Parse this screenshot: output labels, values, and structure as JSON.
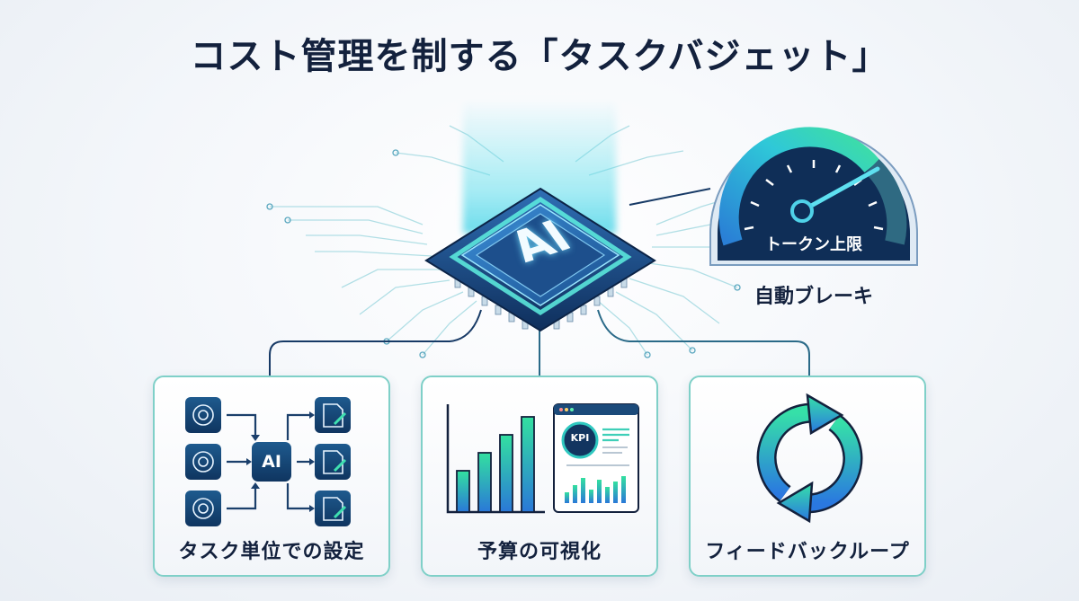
{
  "title": "コスト管理を制する「タスクバジェット」",
  "chip": {
    "label": "AI",
    "icon": "ai-chip-icon"
  },
  "gauge": {
    "label": "トークン上限",
    "caption": "自動ブレーキ",
    "icon": "speedometer-icon",
    "needle_percent": 85
  },
  "panels": [
    {
      "label": "タスク単位での設定",
      "icon": "task-flow-icon",
      "center_box": "AI",
      "inputs": [
        "openai-logo-icon",
        "openai-logo-icon",
        "openai-logo-icon"
      ],
      "outputs": [
        "document-edit-icon",
        "document-edit-icon",
        "document-edit-icon"
      ]
    },
    {
      "label": "予算の可視化",
      "icon": "bar-chart-icon",
      "kpi_label": "KPI",
      "bars": [
        4,
        6,
        8,
        10
      ]
    },
    {
      "label": "フィードバックループ",
      "icon": "refresh-cycle-icon"
    }
  ],
  "colors": {
    "title": "#13213d",
    "panel_border": "#7fd0c8",
    "accent_teal": "#36d9b0",
    "accent_blue": "#2f7fe0",
    "navy": "#173a66"
  }
}
